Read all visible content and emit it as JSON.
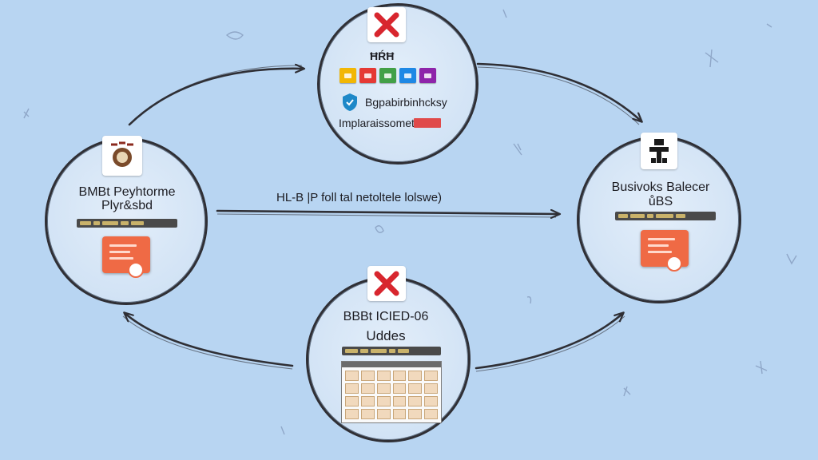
{
  "colors": {
    "background": "#b8d5f2",
    "node_fill": "#d2e3f5",
    "stroke": "#2f2f35",
    "accent_red": "#d8262e",
    "accent_orange": "#ef6a45",
    "chip_colors": [
      "#f2b705",
      "#e53935",
      "#43a047",
      "#1e88e5",
      "#8e24aa"
    ]
  },
  "top_node": {
    "icon": "red-x-icon",
    "title": "ĦŔĦ",
    "shield_icon": "shield-icon",
    "line1": "Bgpabirbinhcksy",
    "line2": "Implaraissomet"
  },
  "left_node": {
    "icon": "emblem-icon",
    "title_line1": "BMBt Peyhtorme",
    "title_line2": "Plyr&sbd",
    "doc_icon": "certificate-icon"
  },
  "right_node": {
    "icon": "robot-icon",
    "title_line1": "Busivoks Balecer",
    "title_line2": "ůBS",
    "doc_icon": "certificate-icon"
  },
  "bottom_node": {
    "icon": "red-x-icon",
    "title_line1": "BBBt ICIED-06",
    "title_line2": "Uddes",
    "sheet_icon": "spreadsheet-icon"
  },
  "center_arrow": {
    "label": "HL-B |P foll tal netoltele lolswe)"
  }
}
